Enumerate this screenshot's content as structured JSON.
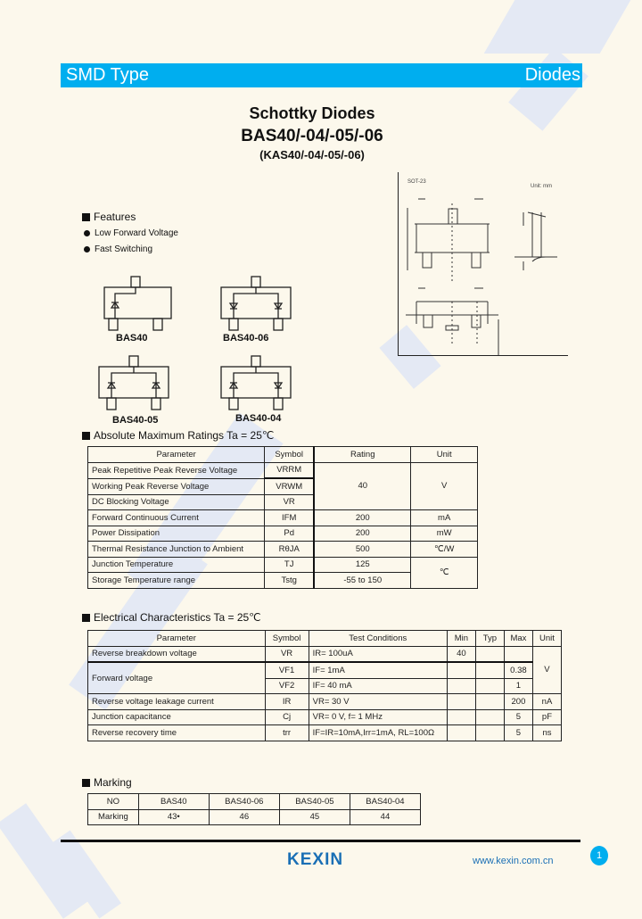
{
  "header": {
    "left": "SMD Type",
    "right": "Diodes",
    "bar_color": "#00aeef"
  },
  "title": {
    "line1": "Schottky Diodes",
    "line2": "BAS40/-04/-05/-06",
    "line3": "(KAS40/-04/-05/-06)"
  },
  "package_drawing": {
    "label": "SOT-23",
    "unit": "Unit: mm"
  },
  "features": {
    "heading": "Features",
    "items": [
      "Low Forward Voltage",
      "Fast Switching"
    ]
  },
  "configurations": [
    {
      "label": "BAS40"
    },
    {
      "label": "BAS40-06"
    },
    {
      "label": "BAS40-05"
    },
    {
      "label": "BAS40-04"
    }
  ],
  "abs_max": {
    "heading": "Absolute Maximum Ratings Ta = 25℃",
    "columns": [
      "Parameter",
      "Symbol",
      "Rating",
      "Unit"
    ],
    "rows": [
      {
        "parameter": "Peak Repetitive Peak Reverse Voltage",
        "symbol": "VRRM"
      },
      {
        "parameter": "Working Peak Reverse Voltage",
        "symbol": "VRWM"
      },
      {
        "parameter": "DC Blocking Voltage",
        "symbol": "VR"
      },
      {
        "parameter": "Forward Continuous Current",
        "symbol": "IFM",
        "rating": "200",
        "unit": "mA"
      },
      {
        "parameter": "Power Dissipation",
        "symbol": "Pd",
        "rating": "200",
        "unit": "mW"
      },
      {
        "parameter": "Thermal Resistance Junction to Ambient",
        "symbol": "RθJA",
        "rating": "500",
        "unit": "℃/W"
      },
      {
        "parameter": "Junction Temperature",
        "symbol": "TJ",
        "rating": "125"
      },
      {
        "parameter": "Storage Temperature range",
        "symbol": "Tstg",
        "rating": "-55 to 150"
      }
    ],
    "merged_voltage_rating": "40",
    "merged_voltage_unit": "V",
    "merged_temp_unit": "℃"
  },
  "electrical": {
    "heading": "Electrical Characteristics Ta = 25℃",
    "columns": [
      "Parameter",
      "Symbol",
      "Test Conditions",
      "Min",
      "Typ",
      "Max",
      "Unit"
    ],
    "rows": [
      {
        "parameter": "Reverse breakdown voltage",
        "symbol": "VR",
        "conditions": "IR= 100uA",
        "min": "40",
        "typ": "",
        "max": ""
      },
      {
        "parameter": "Forward voltage",
        "symbol": "VF1",
        "conditions": "IF= 1mA",
        "min": "",
        "typ": "",
        "max": "0.38"
      },
      {
        "parameter": "",
        "symbol": "VF2",
        "conditions": "IF= 40 mA",
        "min": "",
        "typ": "",
        "max": "1"
      },
      {
        "parameter": "Reverse voltage leakage current",
        "symbol": "IR",
        "conditions": "VR= 30 V",
        "min": "",
        "typ": "",
        "max": "200",
        "unit": "nA"
      },
      {
        "parameter": "Junction  capacitance",
        "symbol": "Cj",
        "conditions": "VR= 0 V, f= 1 MHz",
        "min": "",
        "typ": "",
        "max": "5",
        "unit": "pF"
      },
      {
        "parameter": "Reverse recovery time",
        "symbol": "trr",
        "conditions": "IF=IR=10mA,Irr=1mA, RL=100Ω",
        "min": "",
        "typ": "",
        "max": "5",
        "unit": "ns"
      }
    ],
    "merged_voltage_unit": "V"
  },
  "marking": {
    "heading": "Marking",
    "header_row": [
      "NO",
      "BAS40",
      "BAS40-06",
      "BAS40-05",
      "BAS40-04"
    ],
    "value_row": [
      "Marking",
      "43•",
      "46",
      "45",
      "44"
    ]
  },
  "footer": {
    "logo": "KEXIN",
    "url": "www.kexin.com.cn",
    "page": "1"
  }
}
